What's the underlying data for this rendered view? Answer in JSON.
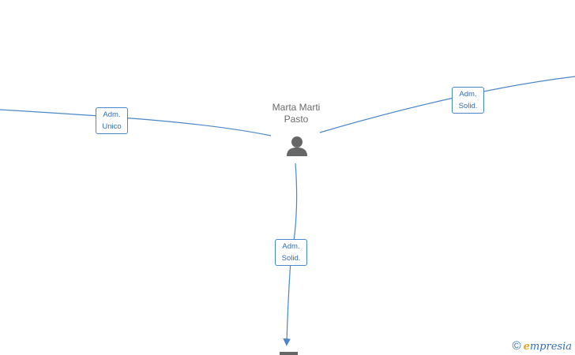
{
  "person": {
    "name_line1": "Marta Marti",
    "name_line2": "Pasto",
    "icon": "person-icon"
  },
  "edges": [
    {
      "id": "left",
      "line1": "Adm.",
      "line2": "Unico"
    },
    {
      "id": "right",
      "line1": "Adm.",
      "line2": "Solid."
    },
    {
      "id": "bottom",
      "line1": "Adm.",
      "line2": "Solid."
    }
  ],
  "watermark": {
    "symbol": "©",
    "brand_initial": "e",
    "brand_rest": "mpresia"
  },
  "colors": {
    "edge": "#4a86c8",
    "label_text": "#2f6fb8",
    "node_text": "#6b6b6b",
    "icon": "#666666",
    "brand_accent": "#e8a21a"
  }
}
